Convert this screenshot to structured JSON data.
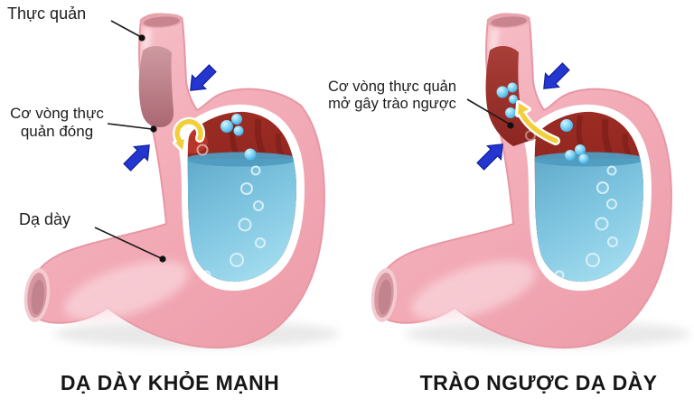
{
  "panels": {
    "healthy": {
      "caption": "DẠ DÀY KHỎE MẠNH",
      "labels": {
        "esophagus": "Thực quản",
        "sphincter": "Cơ vòng thực quản đóng",
        "stomach": "Dạ dày"
      }
    },
    "reflux": {
      "caption": "TRÀO NGƯỢC DẠ DÀY",
      "labels": {
        "sphincter": "Cơ vòng thực quản mở gây trào ngược"
      }
    }
  },
  "colors": {
    "stomach_wall": "#f3aeb9",
    "stomach_interior": "#8c2420",
    "esophagus_closed_lumen": "#bd7d86",
    "acid_liquid": "#7cc3df",
    "bubble": "#49b4e8",
    "pressure_arrow": "#2336cf",
    "flow_arrow": "#f2ce3b",
    "label_text": "#1d1d1d"
  }
}
